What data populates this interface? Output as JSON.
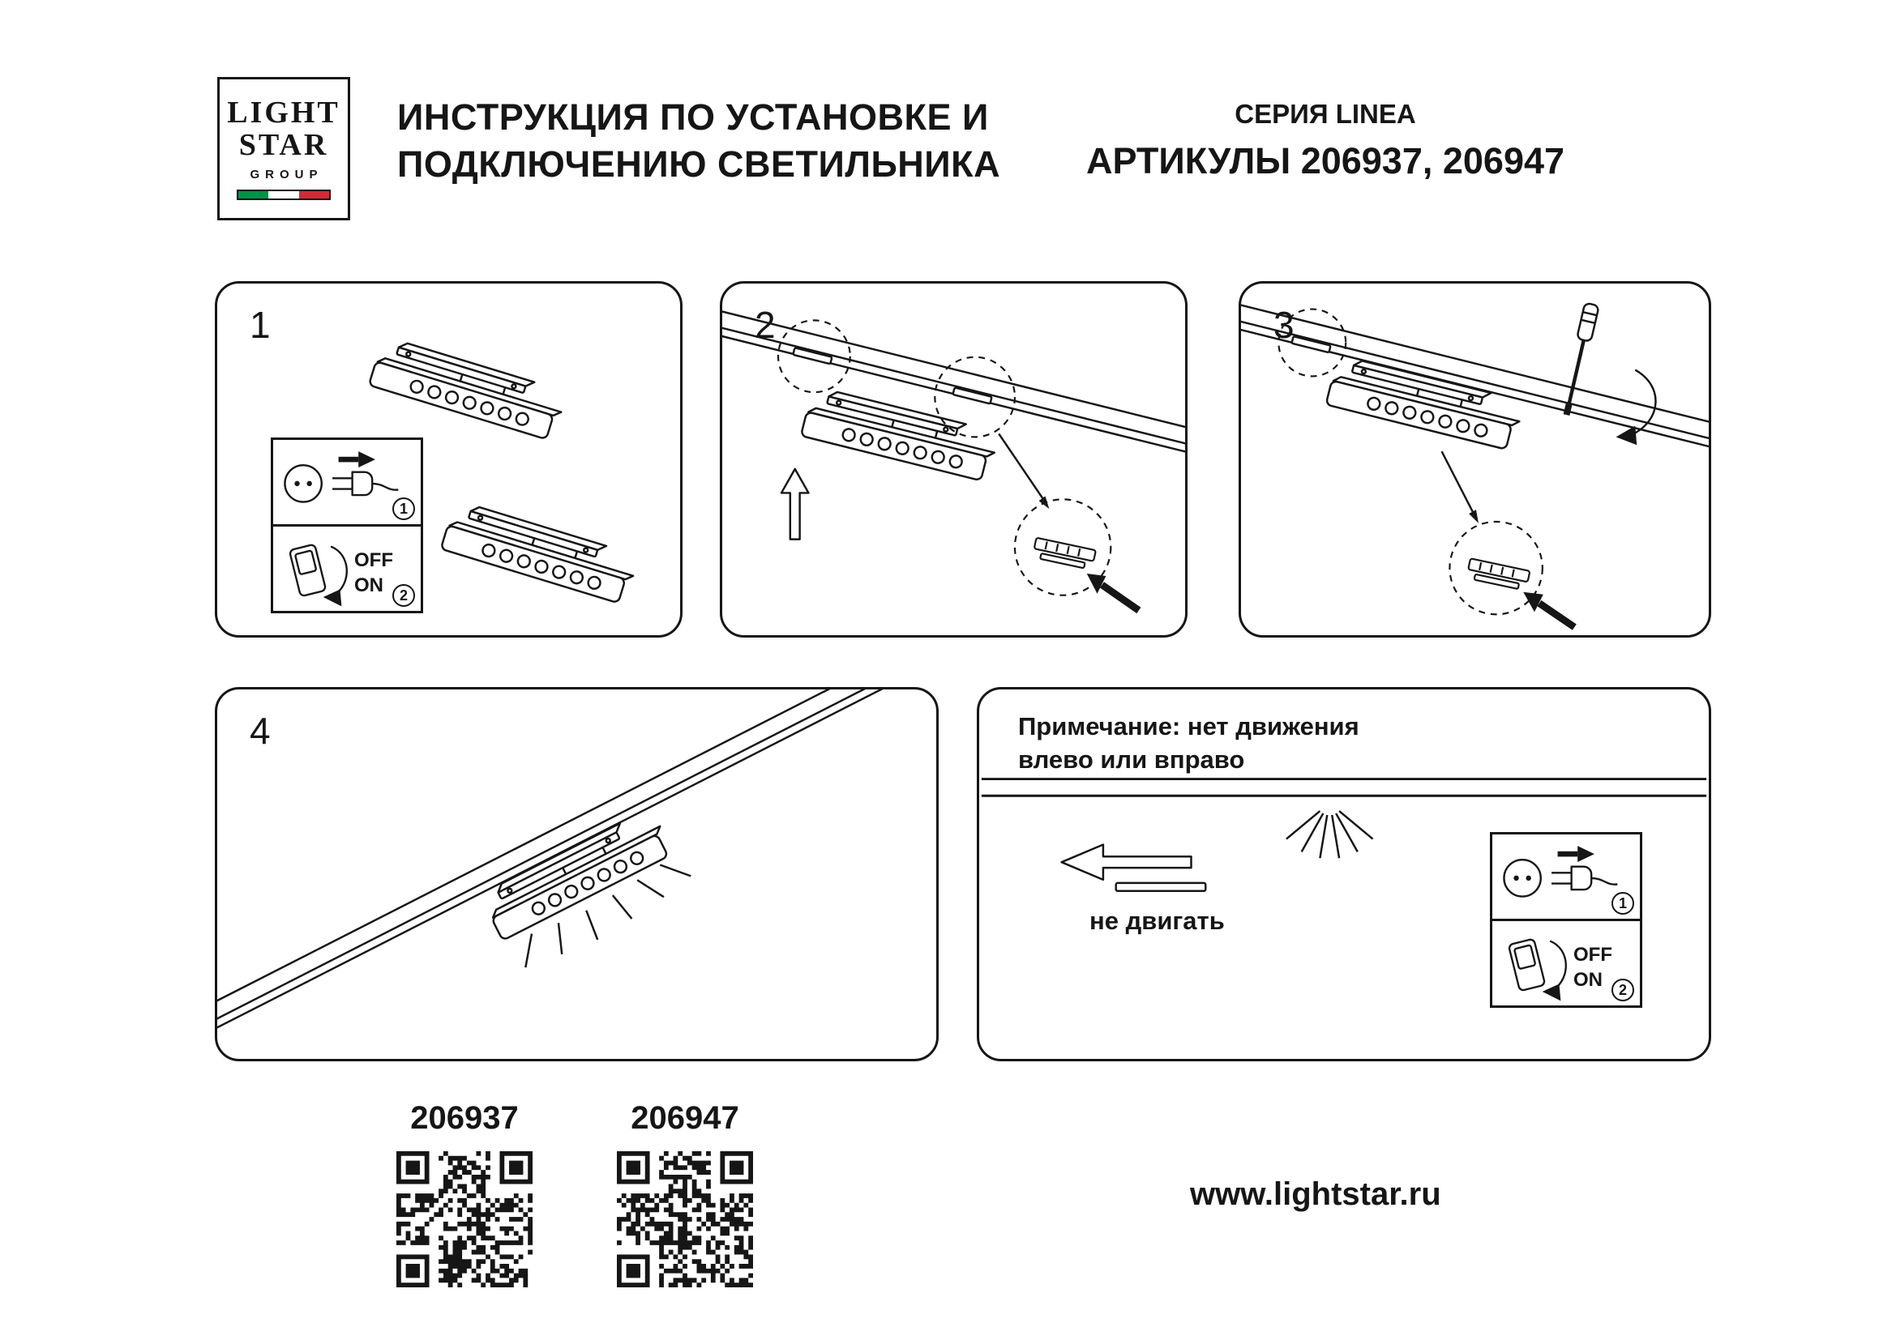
{
  "document": {
    "background": "#ffffff",
    "ink_color": "#161616"
  },
  "logo": {
    "word1": "LIGHT",
    "word2": "STAR",
    "word3": "GROUP",
    "flag_colors": [
      "#009246",
      "#ffffff",
      "#ce2b37"
    ]
  },
  "header": {
    "title_line1": "ИНСТРУКЦИЯ ПО УСТАНОВКЕ И",
    "title_line2": "ПОДКЛЮЧЕНИЮ СВЕТИЛЬНИКА",
    "series": "СЕРИЯ LINEA",
    "articles": "АРТИКУЛЫ 206937, 206947"
  },
  "steps": [
    {
      "number": "1"
    },
    {
      "number": "2"
    },
    {
      "number": "3"
    },
    {
      "number": "4"
    }
  ],
  "power_box": {
    "plug_step": "1",
    "switch_step": "2",
    "off": "OFF",
    "on": "ON"
  },
  "note": {
    "line1": "Примечание: нет движения",
    "line2": "влево или вправо",
    "caption": "не двигать"
  },
  "footer": {
    "article_left": "206937",
    "article_right": "206947",
    "website": "www.lightstar.ru"
  }
}
